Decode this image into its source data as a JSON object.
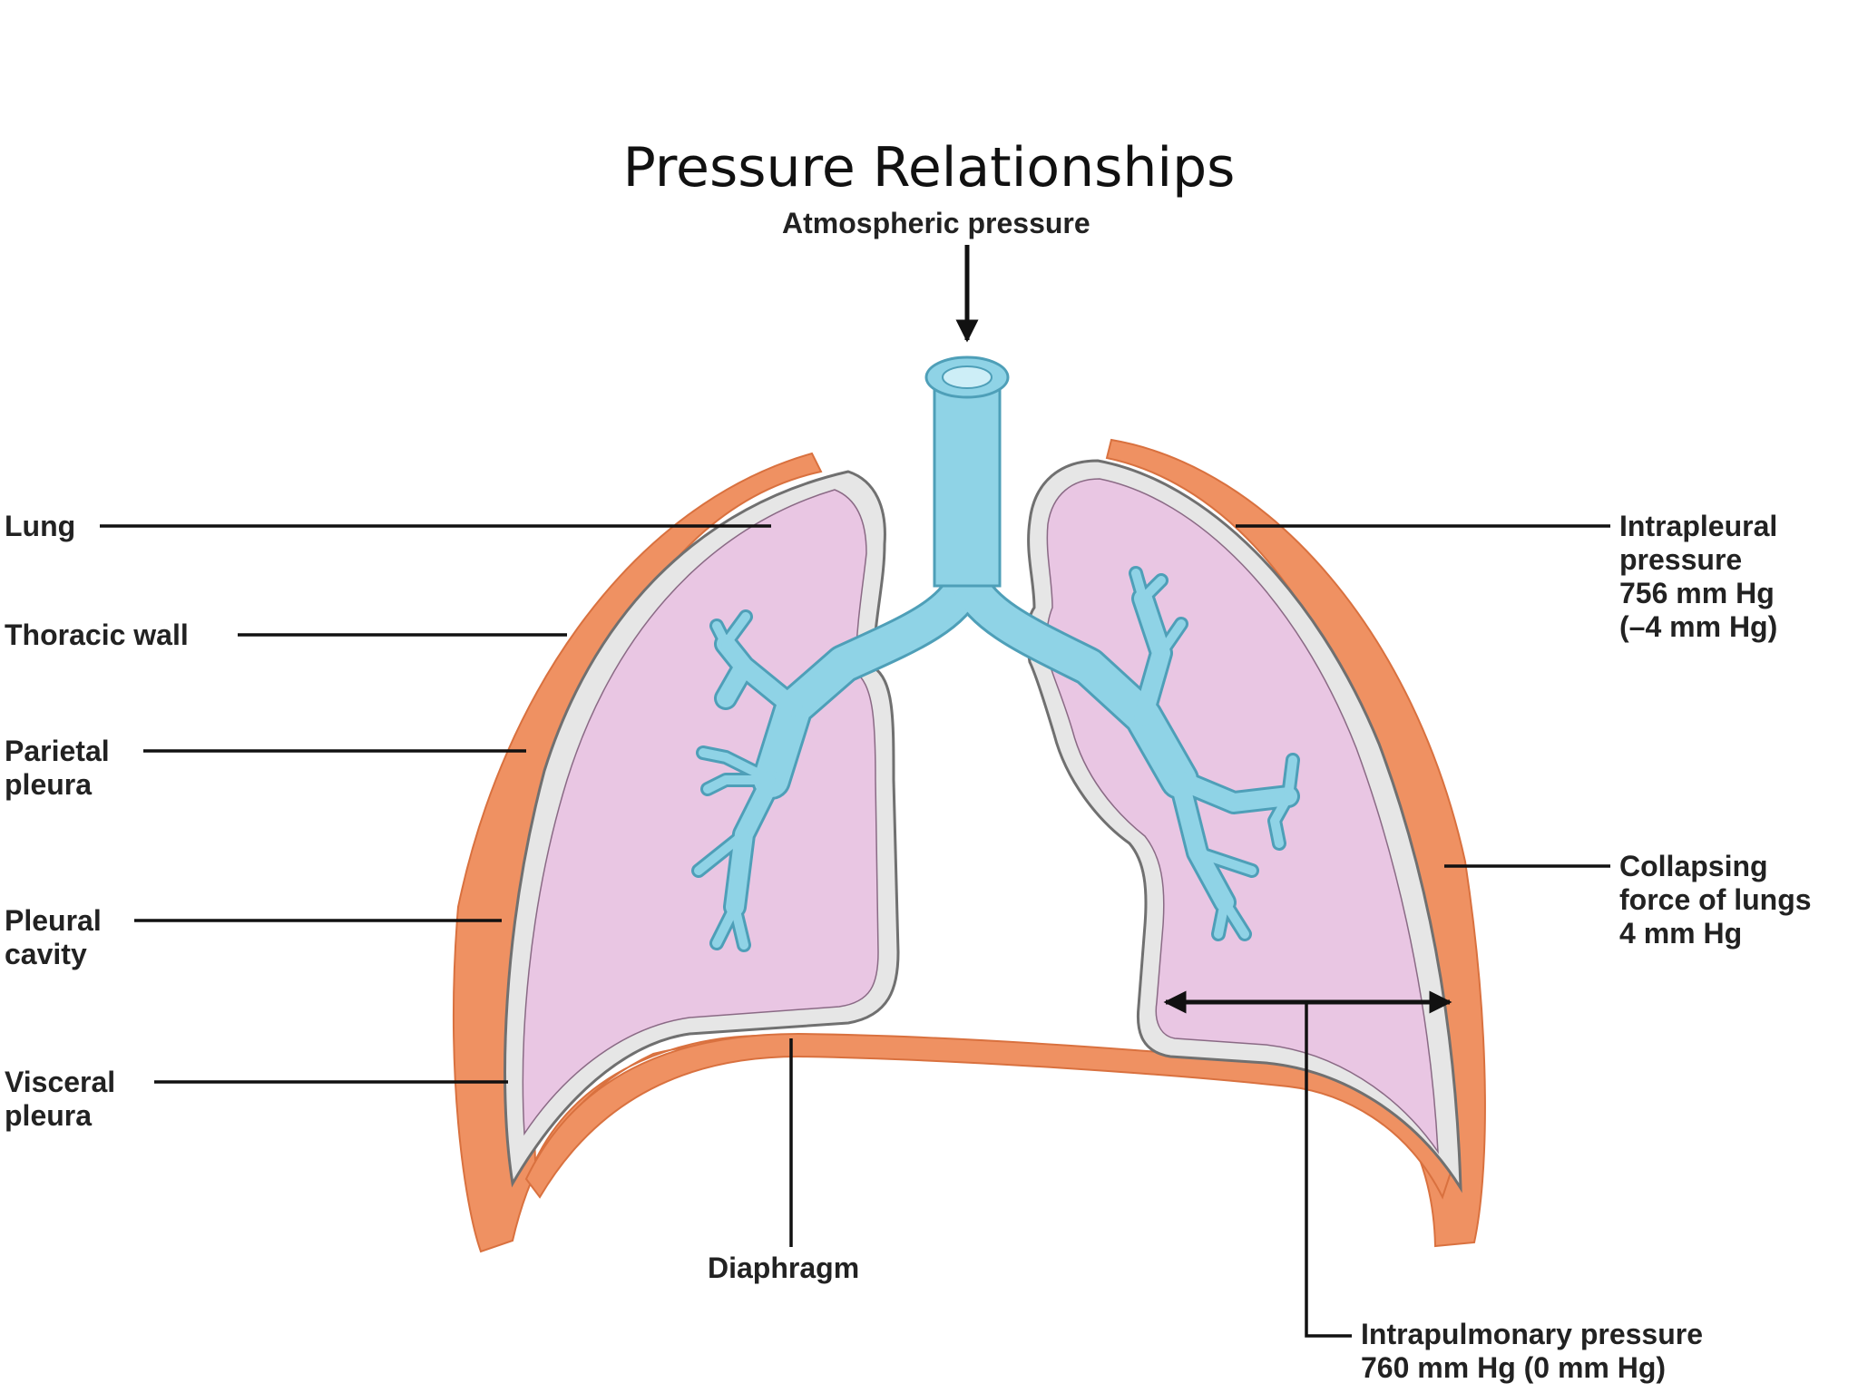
{
  "title": "Pressure Relationships",
  "labels": {
    "atmospheric": "Atmospheric pressure",
    "lung": "Lung",
    "thoracic_wall": "Thoracic wall",
    "parietal_pleura": [
      "Parietal",
      "pleura"
    ],
    "pleural_cavity": [
      "Pleural",
      "cavity"
    ],
    "visceral_pleura": [
      "Visceral",
      "pleura"
    ],
    "diaphragm": "Diaphragm",
    "intrapleural": [
      "Intrapleural",
      "pressure",
      "756 mm Hg",
      "(–4 mm Hg)"
    ],
    "collapsing": [
      "Collapsing",
      "force of lungs",
      "4 mm Hg"
    ],
    "intrapulmonary": [
      "Intrapulmonary pressure",
      "760 mm Hg (0 mm Hg)"
    ]
  },
  "colors": {
    "thoracic_wall": "#ef9162",
    "thoracic_wall_edge": "#d9713f",
    "pleura": "#e6e6e6",
    "pleura_edge": "#707070",
    "lung": "#e9c6e3",
    "airway": "#8fd3e6",
    "airway_edge": "#4e9fb8",
    "leader_line": "#111111"
  }
}
